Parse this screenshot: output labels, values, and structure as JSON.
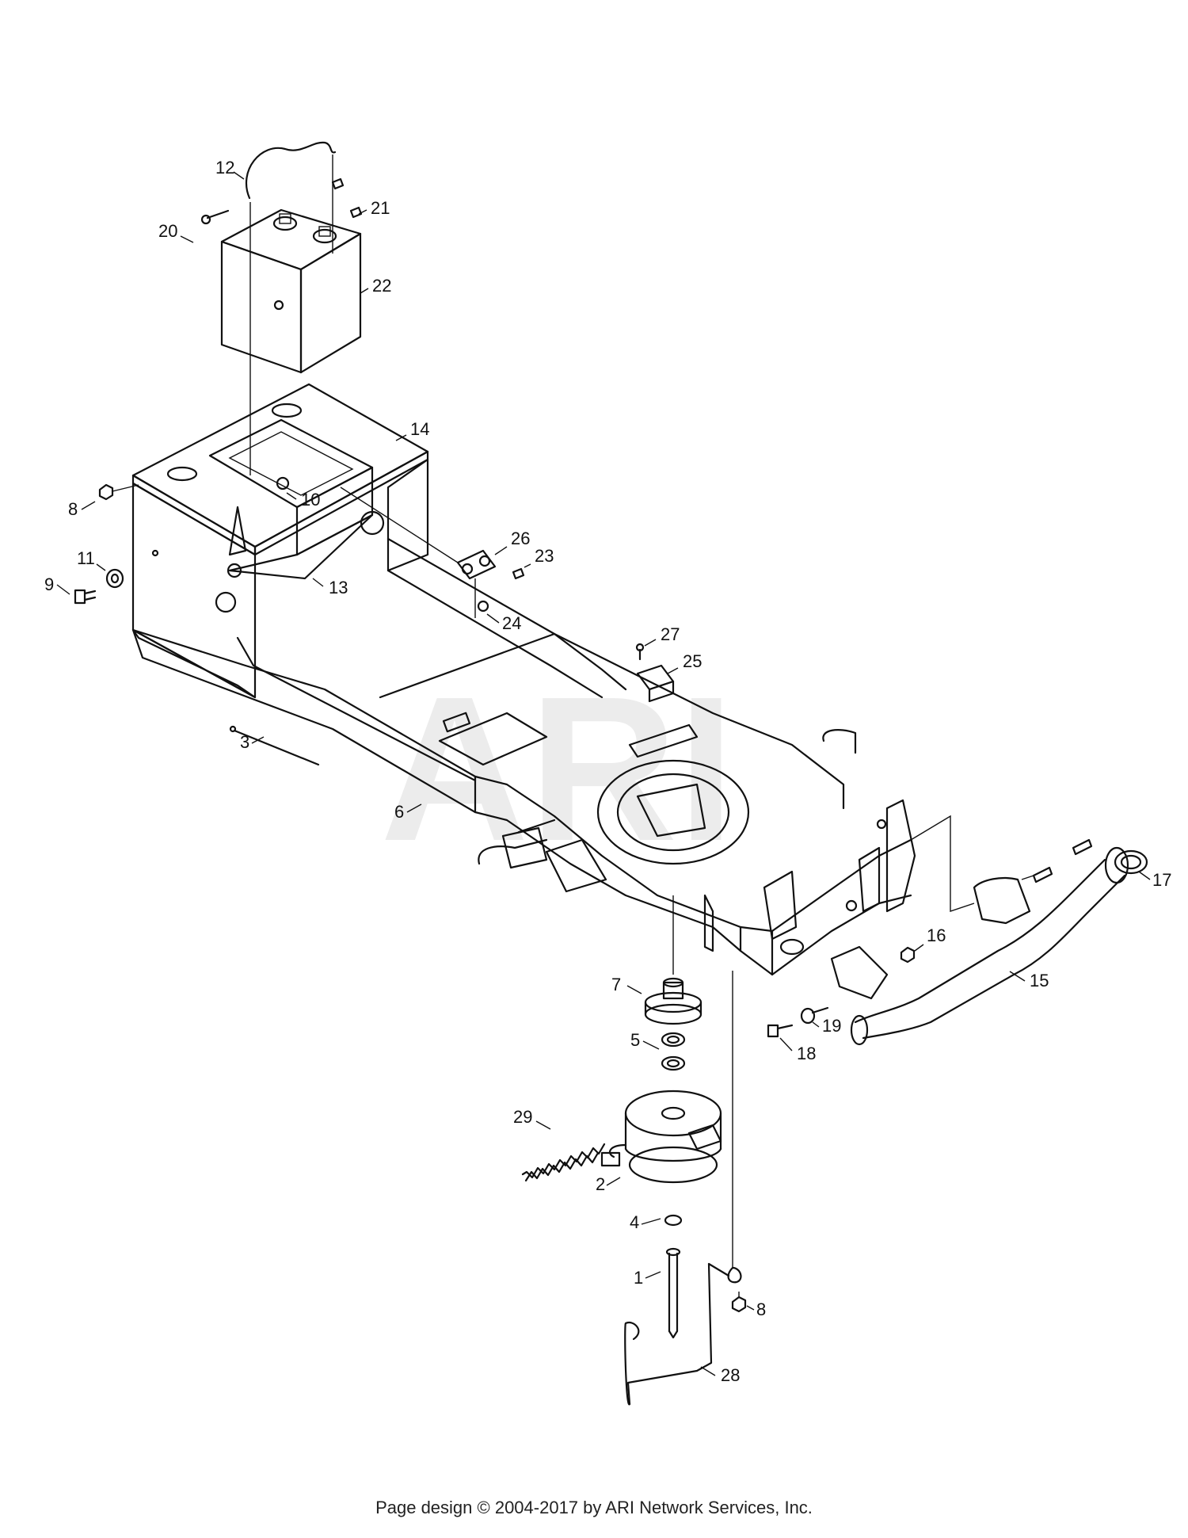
{
  "watermark": "ARI",
  "footer": "Page design © 2004-2017 by ARI Network Services, Inc.",
  "callouts": [
    {
      "id": "c12",
      "label": "12"
    },
    {
      "id": "c20",
      "label": "20"
    },
    {
      "id": "c21",
      "label": "21"
    },
    {
      "id": "c22",
      "label": "22"
    },
    {
      "id": "c14",
      "label": "14"
    },
    {
      "id": "c8a",
      "label": "8"
    },
    {
      "id": "c10",
      "label": "10"
    },
    {
      "id": "c11",
      "label": "11"
    },
    {
      "id": "c9",
      "label": "9"
    },
    {
      "id": "c13",
      "label": "13"
    },
    {
      "id": "c26",
      "label": "26"
    },
    {
      "id": "c23",
      "label": "23"
    },
    {
      "id": "c24",
      "label": "24"
    },
    {
      "id": "c27",
      "label": "27"
    },
    {
      "id": "c25",
      "label": "25"
    },
    {
      "id": "c3",
      "label": "3"
    },
    {
      "id": "c6",
      "label": "6"
    },
    {
      "id": "c17",
      "label": "17"
    },
    {
      "id": "c16",
      "label": "16"
    },
    {
      "id": "c15",
      "label": "15"
    },
    {
      "id": "c7",
      "label": "7"
    },
    {
      "id": "c19",
      "label": "19"
    },
    {
      "id": "c18",
      "label": "18"
    },
    {
      "id": "c5",
      "label": "5"
    },
    {
      "id": "c29",
      "label": "29"
    },
    {
      "id": "c2",
      "label": "2"
    },
    {
      "id": "c4",
      "label": "4"
    },
    {
      "id": "c1",
      "label": "1"
    },
    {
      "id": "c8b",
      "label": "8"
    },
    {
      "id": "c28",
      "label": "28"
    }
  ]
}
